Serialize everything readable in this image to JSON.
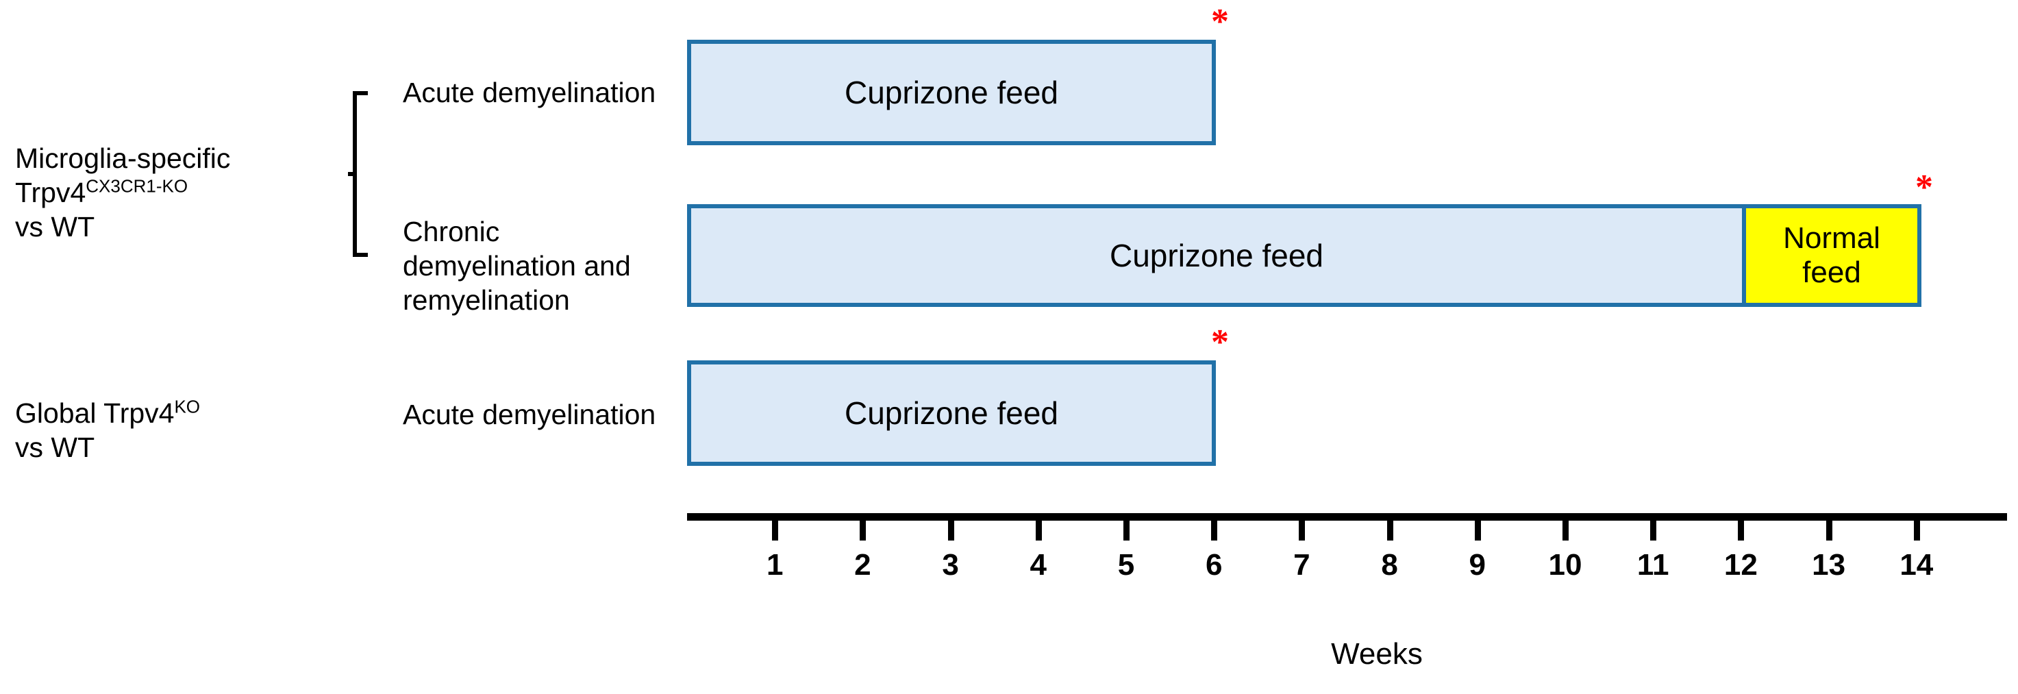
{
  "figure": {
    "colors": {
      "cuprizone_fill": "#DCE9F7",
      "cuprizone_border": "#2171A8",
      "normal_feed_fill": "#FFFF00",
      "asterisk": "#FF0000",
      "axis": "#000000"
    }
  },
  "groups": [
    {
      "id": "microglia",
      "name_line1": "Microglia-specific",
      "name_line2_base": "Trpv4",
      "name_line2_sup": "CX3CR1-KO",
      "name_line3": "vs WT"
    },
    {
      "id": "global",
      "name_line1_base": "Global Trpv4",
      "name_line1_sup": "KO",
      "name_line2": "vs WT"
    }
  ],
  "conditions": {
    "acute_microglia": "Acute demyelination",
    "chronic": "Chronic\ndemyelination and\nremyelination",
    "acute_global": "Acute demyelination"
  },
  "bars": {
    "acute_microglia": {
      "label": "Cuprizone feed",
      "start_week": 0,
      "end_week": 6
    },
    "chronic_cuprizone": {
      "label": "Cuprizone feed",
      "start_week": 0,
      "end_week": 12
    },
    "chronic_normal": {
      "label": "Normal\nfeed",
      "start_week": 12,
      "end_week": 14
    },
    "acute_global": {
      "label": "Cuprizone feed",
      "start_week": 0,
      "end_week": 6
    }
  },
  "asterisks": [
    {
      "id": "acute-microglia-endpoint",
      "glyph": "*",
      "week": 6
    },
    {
      "id": "chronic-endpoint",
      "glyph": "*",
      "week": 14
    },
    {
      "id": "acute-global-endpoint",
      "glyph": "*",
      "week": 6
    }
  ],
  "axis": {
    "title": "Weeks",
    "ticks": [
      "1",
      "2",
      "3",
      "4",
      "5",
      "6",
      "7",
      "8",
      "9",
      "10",
      "11",
      "12",
      "13",
      "14"
    ]
  },
  "chart_data": {
    "type": "bar",
    "title": "",
    "xlabel": "Weeks",
    "ylabel": "",
    "xlim": [
      0,
      14.8
    ],
    "grid": false,
    "legend": "none",
    "orientation": "horizontal-timeline",
    "categories": [
      "Microglia-specific Trpv4(CX3CR1-KO) vs WT — Acute demyelination",
      "Microglia-specific Trpv4(CX3CR1-KO) vs WT — Chronic demyelination and remyelination",
      "Global Trpv4(KO) vs WT — Acute demyelination"
    ],
    "series": [
      {
        "name": "Cuprizone feed",
        "color": "#DCE9F7",
        "segments": [
          {
            "category_index": 0,
            "start": 0,
            "end": 6
          },
          {
            "category_index": 1,
            "start": 0,
            "end": 12
          },
          {
            "category_index": 2,
            "start": 0,
            "end": 6
          }
        ]
      },
      {
        "name": "Normal feed",
        "color": "#FFFF00",
        "segments": [
          {
            "category_index": 1,
            "start": 12,
            "end": 14
          }
        ]
      }
    ],
    "annotations": [
      {
        "text": "*",
        "category_index": 0,
        "x": 6,
        "color": "#FF0000"
      },
      {
        "text": "*",
        "category_index": 1,
        "x": 14,
        "color": "#FF0000"
      },
      {
        "text": "*",
        "category_index": 2,
        "x": 6,
        "color": "#FF0000"
      }
    ],
    "tick_labels": [
      "1",
      "2",
      "3",
      "4",
      "5",
      "6",
      "7",
      "8",
      "9",
      "10",
      "11",
      "12",
      "13",
      "14"
    ]
  }
}
